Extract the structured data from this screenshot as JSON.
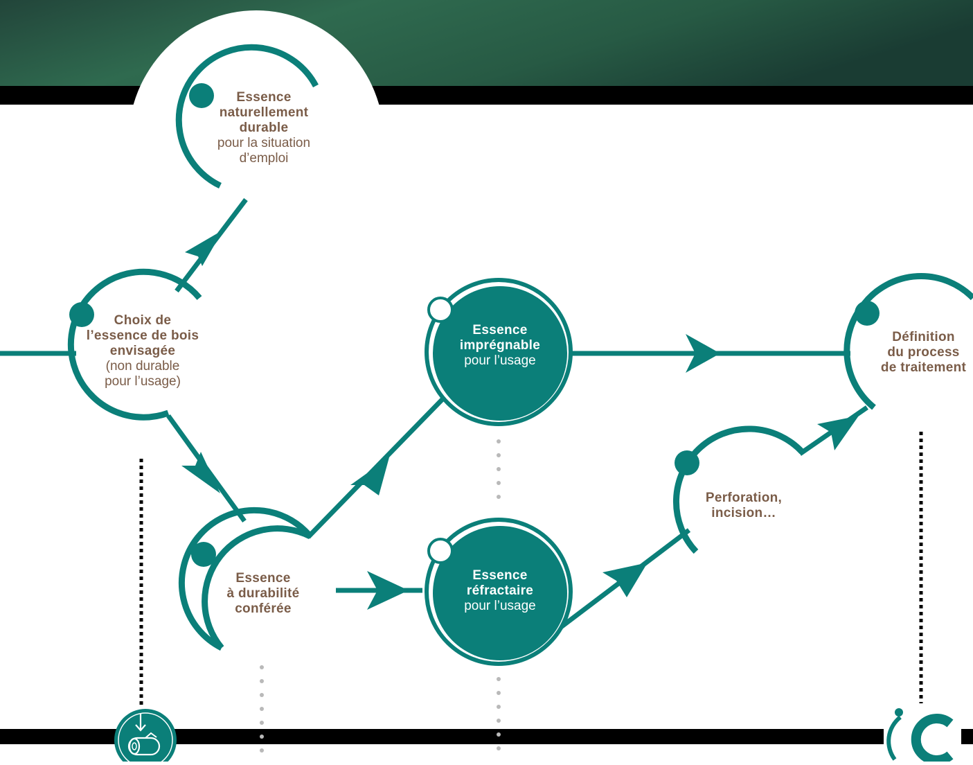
{
  "colors": {
    "teal": "#0b7f79",
    "text_brown": "#7a5c48",
    "band_dark": "#000000",
    "header_green": "#2b5a45",
    "dots_gray": "#b9b9b9"
  },
  "nodes": {
    "naturally_durable": {
      "bold": [
        "Essence",
        "naturellement",
        "durable"
      ],
      "normal": [
        "pour la situation",
        "d’emploi"
      ]
    },
    "choice": {
      "bold": [
        "Choix de",
        "l’essence de bois",
        "envisagée"
      ],
      "normal": [
        "(non durable",
        "pour l’usage)"
      ]
    },
    "impregnable": {
      "bold": [
        "Essence",
        "imprégnable"
      ],
      "normal": [
        "pour l’usage"
      ]
    },
    "conferred": {
      "bold": [
        "Essence",
        "à durabilité",
        "conférée"
      ],
      "normal": []
    },
    "refractory": {
      "bold": [
        "Essence",
        "réfractaire"
      ],
      "normal": [
        "pour l’usage"
      ]
    },
    "perforation": {
      "bold": [
        "Perforation,",
        "incision…"
      ],
      "normal": []
    },
    "definition": {
      "bold": [
        "Définition",
        "du process",
        "de traitement"
      ],
      "normal": []
    }
  },
  "icons": {
    "bottom_left": "log-download-icon",
    "bottom_right": "c-logo-icon"
  }
}
